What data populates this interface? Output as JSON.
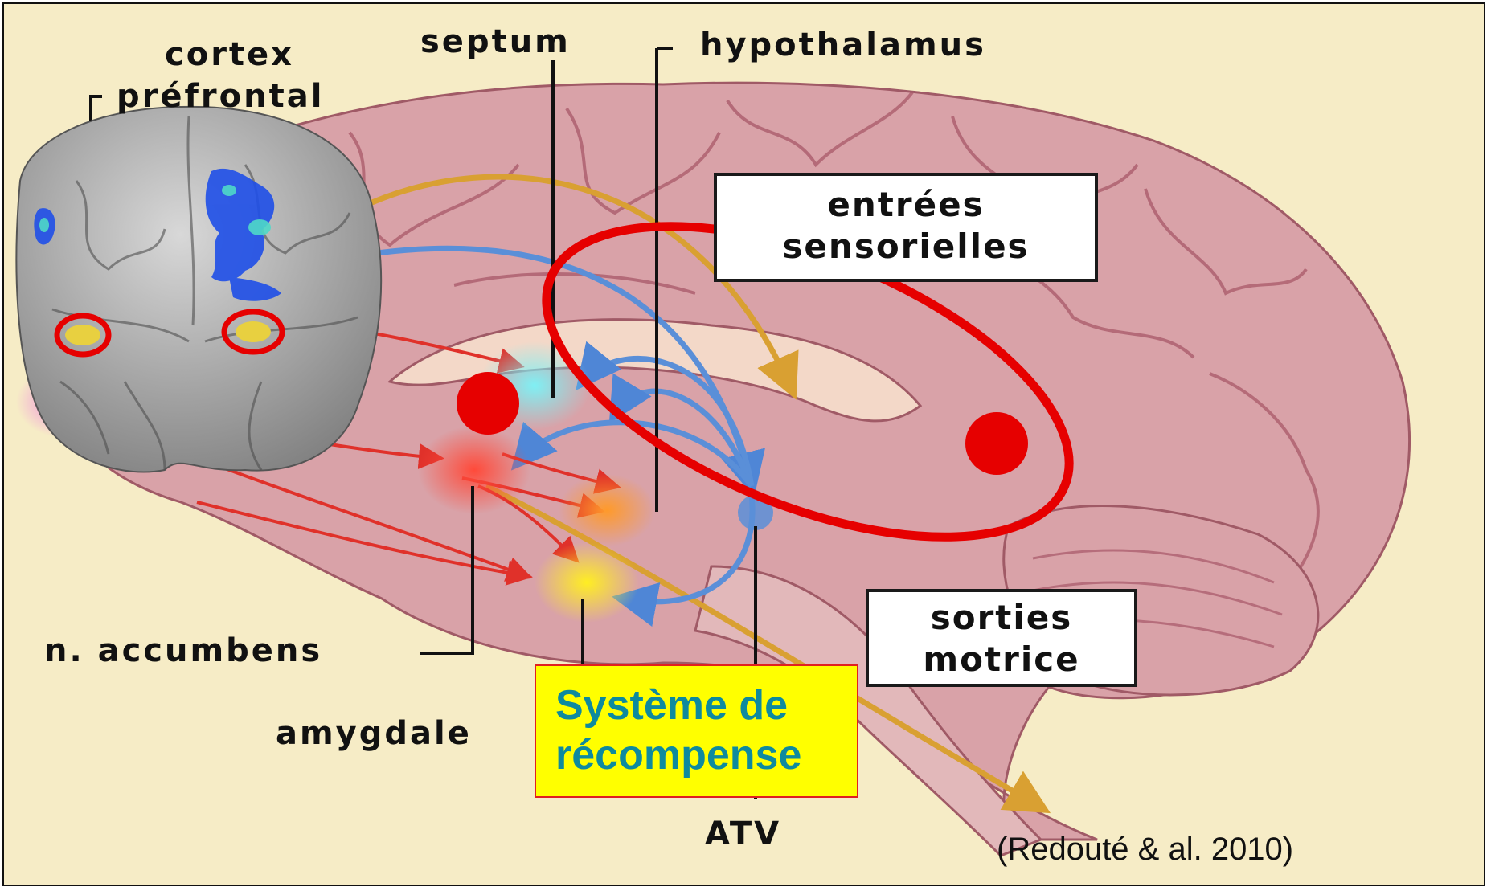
{
  "labels": {
    "cortex_line1": "cortex",
    "cortex_line2": "préfrontal",
    "septum": "septum",
    "hypothalamus": "hypothalamus",
    "accumbens": "n. accumbens",
    "amygdale": "amygdale",
    "atv": "ATV"
  },
  "boxes": {
    "entrees_line1": "entrées",
    "entrees_line2": "sensorielles",
    "sorties_line1": "sorties",
    "sorties_line2": "motrice"
  },
  "highlight": {
    "line1": "Système de",
    "line2": "récompense"
  },
  "citation": "(Redouté & al. 2010)",
  "colors": {
    "background": "#f6ecc6",
    "brain": "#d9a2a8",
    "pathway_red": "#e0312a",
    "pathway_blue": "#5a8fd8",
    "pathway_gold": "#d9a032",
    "marker_red": "#e60000",
    "highlight_fill": "#ffff00",
    "highlight_text": "#0e8a9e"
  }
}
